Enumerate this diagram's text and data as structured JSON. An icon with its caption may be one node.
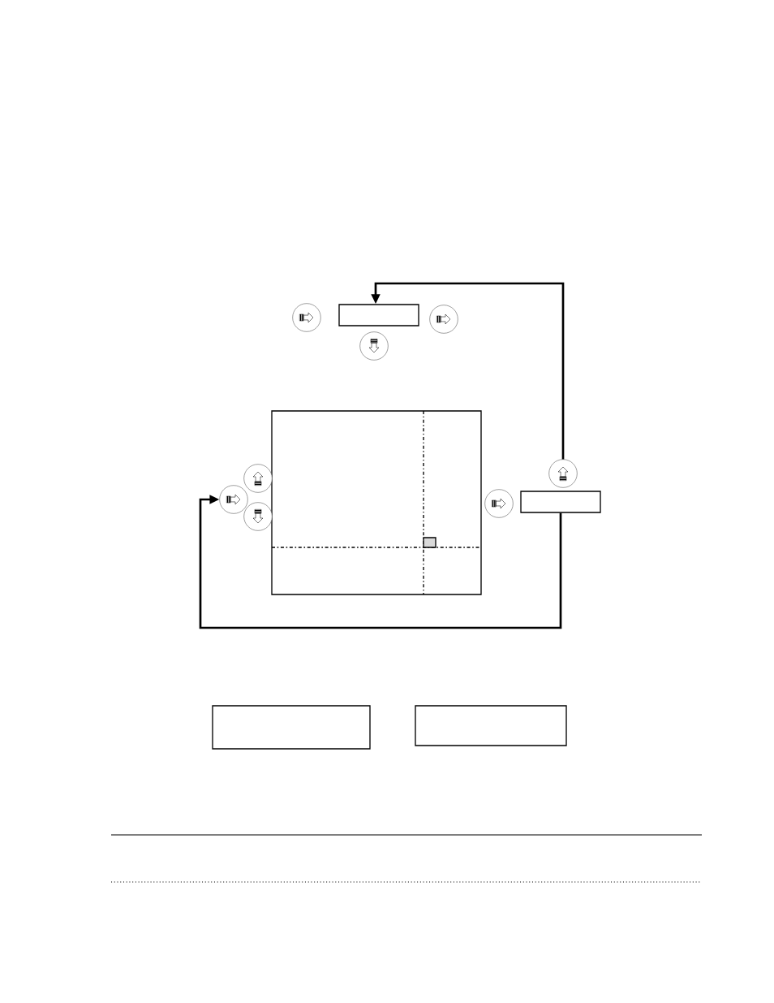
{
  "diagram": {
    "nodes": [
      {
        "text": [],
        "shape": "box"
      },
      {
        "text": [],
        "shape": "circle"
      },
      {
        "text": [],
        "shape": "circle"
      },
      {
        "text": [],
        "shape": "circle"
      },
      {
        "text": [],
        "shape": "box"
      },
      {
        "text": [],
        "shape": "box",
        "in": 4
      },
      {
        "text": [],
        "shape": "circle"
      },
      {
        "text": [],
        "shape": "circle"
      },
      {
        "text": [],
        "shape": "circle"
      },
      {
        "text": [],
        "shape": "circle"
      },
      {
        "text": [],
        "shape": "circle"
      },
      {
        "text": [],
        "shape": "box"
      },
      {
        "text": [],
        "shape": "box"
      },
      {
        "text": [],
        "shape": "box"
      }
    ],
    "edges": [
      {
        "from": 10,
        "to": 0,
        "arrow": "to"
      },
      {
        "from": 11,
        "to": 7,
        "arrow": "to"
      }
    ]
  }
}
